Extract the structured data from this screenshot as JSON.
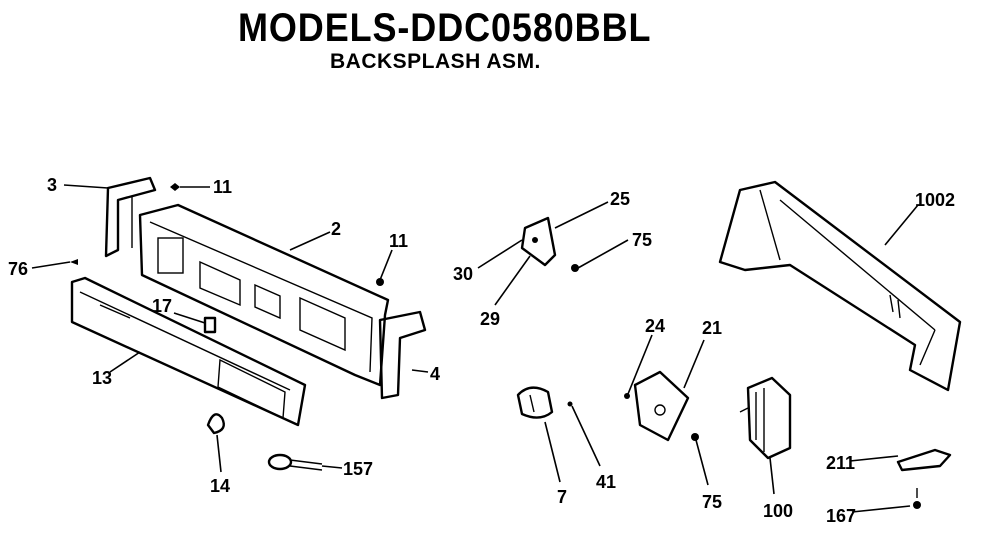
{
  "header": {
    "title": "MODELS-DDC0580BBL",
    "subtitle": "BACKSPLASH ASM."
  },
  "callouts": {
    "p3": "3",
    "p11a": "11",
    "p2": "2",
    "p11b": "11",
    "p76": "76",
    "p17": "17",
    "p4": "4",
    "p13": "13",
    "p14": "14",
    "p157": "157",
    "p25": "25",
    "p75a": "75",
    "p30": "30",
    "p29": "29",
    "p24": "24",
    "p21": "21",
    "p7": "7",
    "p41": "41",
    "p75b": "75",
    "p100": "100",
    "p1002": "1002",
    "p211": "211",
    "p167": "167"
  }
}
